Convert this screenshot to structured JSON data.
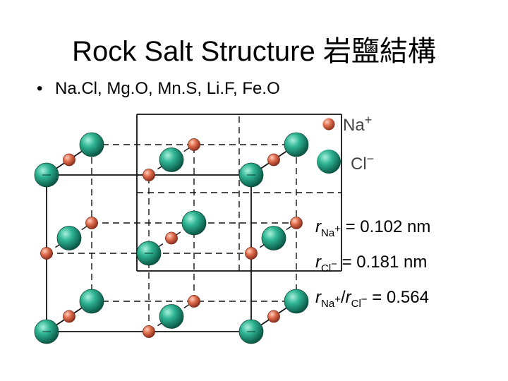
{
  "title": "Rock Salt Structure 岩鹽結構",
  "bullet": "Na.Cl, Mg.O, Mn.S, Li.F, Fe.O",
  "legend": {
    "na_label": "Na",
    "na_charge": "+",
    "cl_label": "Cl",
    "cl_charge": "−"
  },
  "radii": [
    {
      "r": "r",
      "ion": "Na",
      "charge": "+",
      "text": " = 0.102 nm"
    },
    {
      "r": "r",
      "ion": "Cl",
      "charge": "−",
      "text": " = 0.181 nm"
    }
  ],
  "ratio": {
    "r1": "r",
    "ion1": "Na",
    "charge1": "+",
    "slash": "/",
    "r2": "r",
    "ion2": "Cl",
    "charge2": "−",
    "text": " = 0.564"
  },
  "colors": {
    "na": "#d9684a",
    "cl": "#1f9f80",
    "edge": "#111111"
  }
}
